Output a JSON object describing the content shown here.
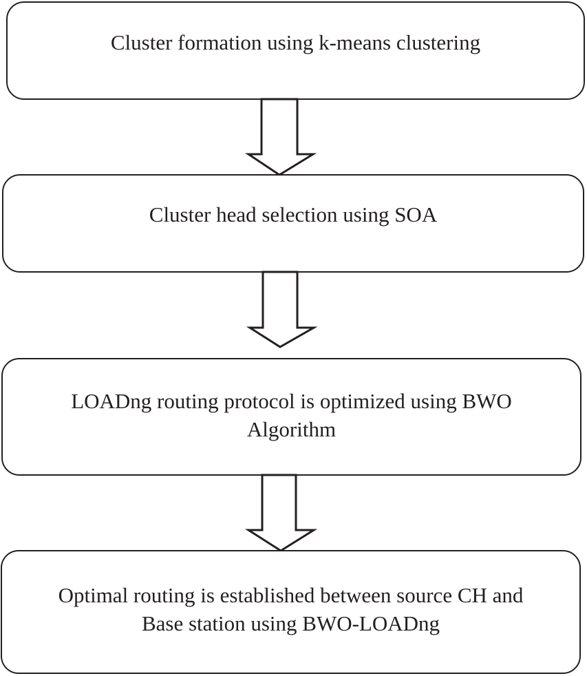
{
  "diagram": {
    "steps": [
      {
        "label": "Cluster formation using k-means clustering"
      },
      {
        "label": "Cluster head selection using SOA"
      },
      {
        "label": "LOADng routing protocol is optimized using BWO\nAlgorithm"
      },
      {
        "label": "Optimal routing is established between source CH and\nBase station using BWO-LOADng"
      }
    ],
    "colors": {
      "stroke": "#231f20",
      "fill": "#ffffff"
    }
  }
}
